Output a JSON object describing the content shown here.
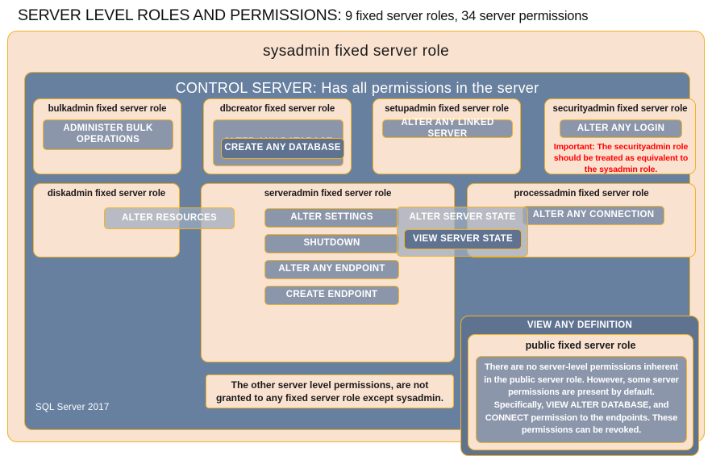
{
  "title": {
    "main": "SERVER LEVEL ROLES AND PERMISSIONS:",
    "sub": " 9 fixed server roles, 34 server permissions"
  },
  "sysadmin": {
    "label": "sysadmin fixed server role"
  },
  "control_server": {
    "label": "CONTROL SERVER: Has all permissions in the server"
  },
  "roles": {
    "bulkadmin": {
      "title": "bulkadmin  fixed server role",
      "permissions": [
        {
          "label": "ADMINISTER  BULK OPERATIONS"
        }
      ]
    },
    "dbcreator": {
      "title": "dbcreator fixed server role",
      "permissions": [
        {
          "label": "ALTER ANY DATABASE"
        },
        {
          "label": "CREATE  ANY DATABASE"
        }
      ]
    },
    "setupadmin": {
      "title": "setupadmin fixed server role",
      "permissions": [
        {
          "label": "ALTER ANY LINKED SERVER"
        }
      ]
    },
    "securityadmin": {
      "title": "securityadmin  fixed server role",
      "permissions": [
        {
          "label": "ALTER ANY LOGIN"
        }
      ],
      "note": "Important:  The securityadmin role should  be treated as equivalent to the  sysadmin role."
    },
    "diskadmin": {
      "title": "diskadmin  fixed server role",
      "permissions": [
        {
          "label": "ALTER RESOURCES"
        }
      ]
    },
    "serveradmin": {
      "title": "serveradmin fixed server role",
      "permissions": [
        {
          "label": "ALTER SETTINGS"
        },
        {
          "label": "SHUTDOWN"
        },
        {
          "label": "ALTER ANY ENDPOINT"
        },
        {
          "label": "CREATE  ENDPOINT"
        },
        {
          "label": "ALTER SERVER  STATE"
        },
        {
          "label": "VIEW SERVER  STATE"
        }
      ]
    },
    "processadmin": {
      "title": "processadmin fixed server role",
      "permissions": [
        {
          "label": "ALTER ANY CONNECTION"
        }
      ]
    },
    "public": {
      "view_any_definition": "VIEW ANY DEFINITION",
      "title": "public  fixed server role",
      "body": "There are no server-level permissions inherent in the public server role. However, some server permissions are present by default. Specifically, VIEW ALTER DATABASE, and CONNECT permission to the endpoints. These permissions can be revoked."
    }
  },
  "notes": {
    "other_permissions": "The other server level permissions,  are not granted to any fixed server role except sysadmin."
  },
  "footer": {
    "sql_version": "SQL Server 2017"
  },
  "colors": {
    "peach": "#fae2d1",
    "gold_border": "#f0b323",
    "panel_blue": "#67809f",
    "chip_blue": "#8b96ab",
    "chip_blue_dark": "#5f7390",
    "warning_red": "#ff0000"
  }
}
